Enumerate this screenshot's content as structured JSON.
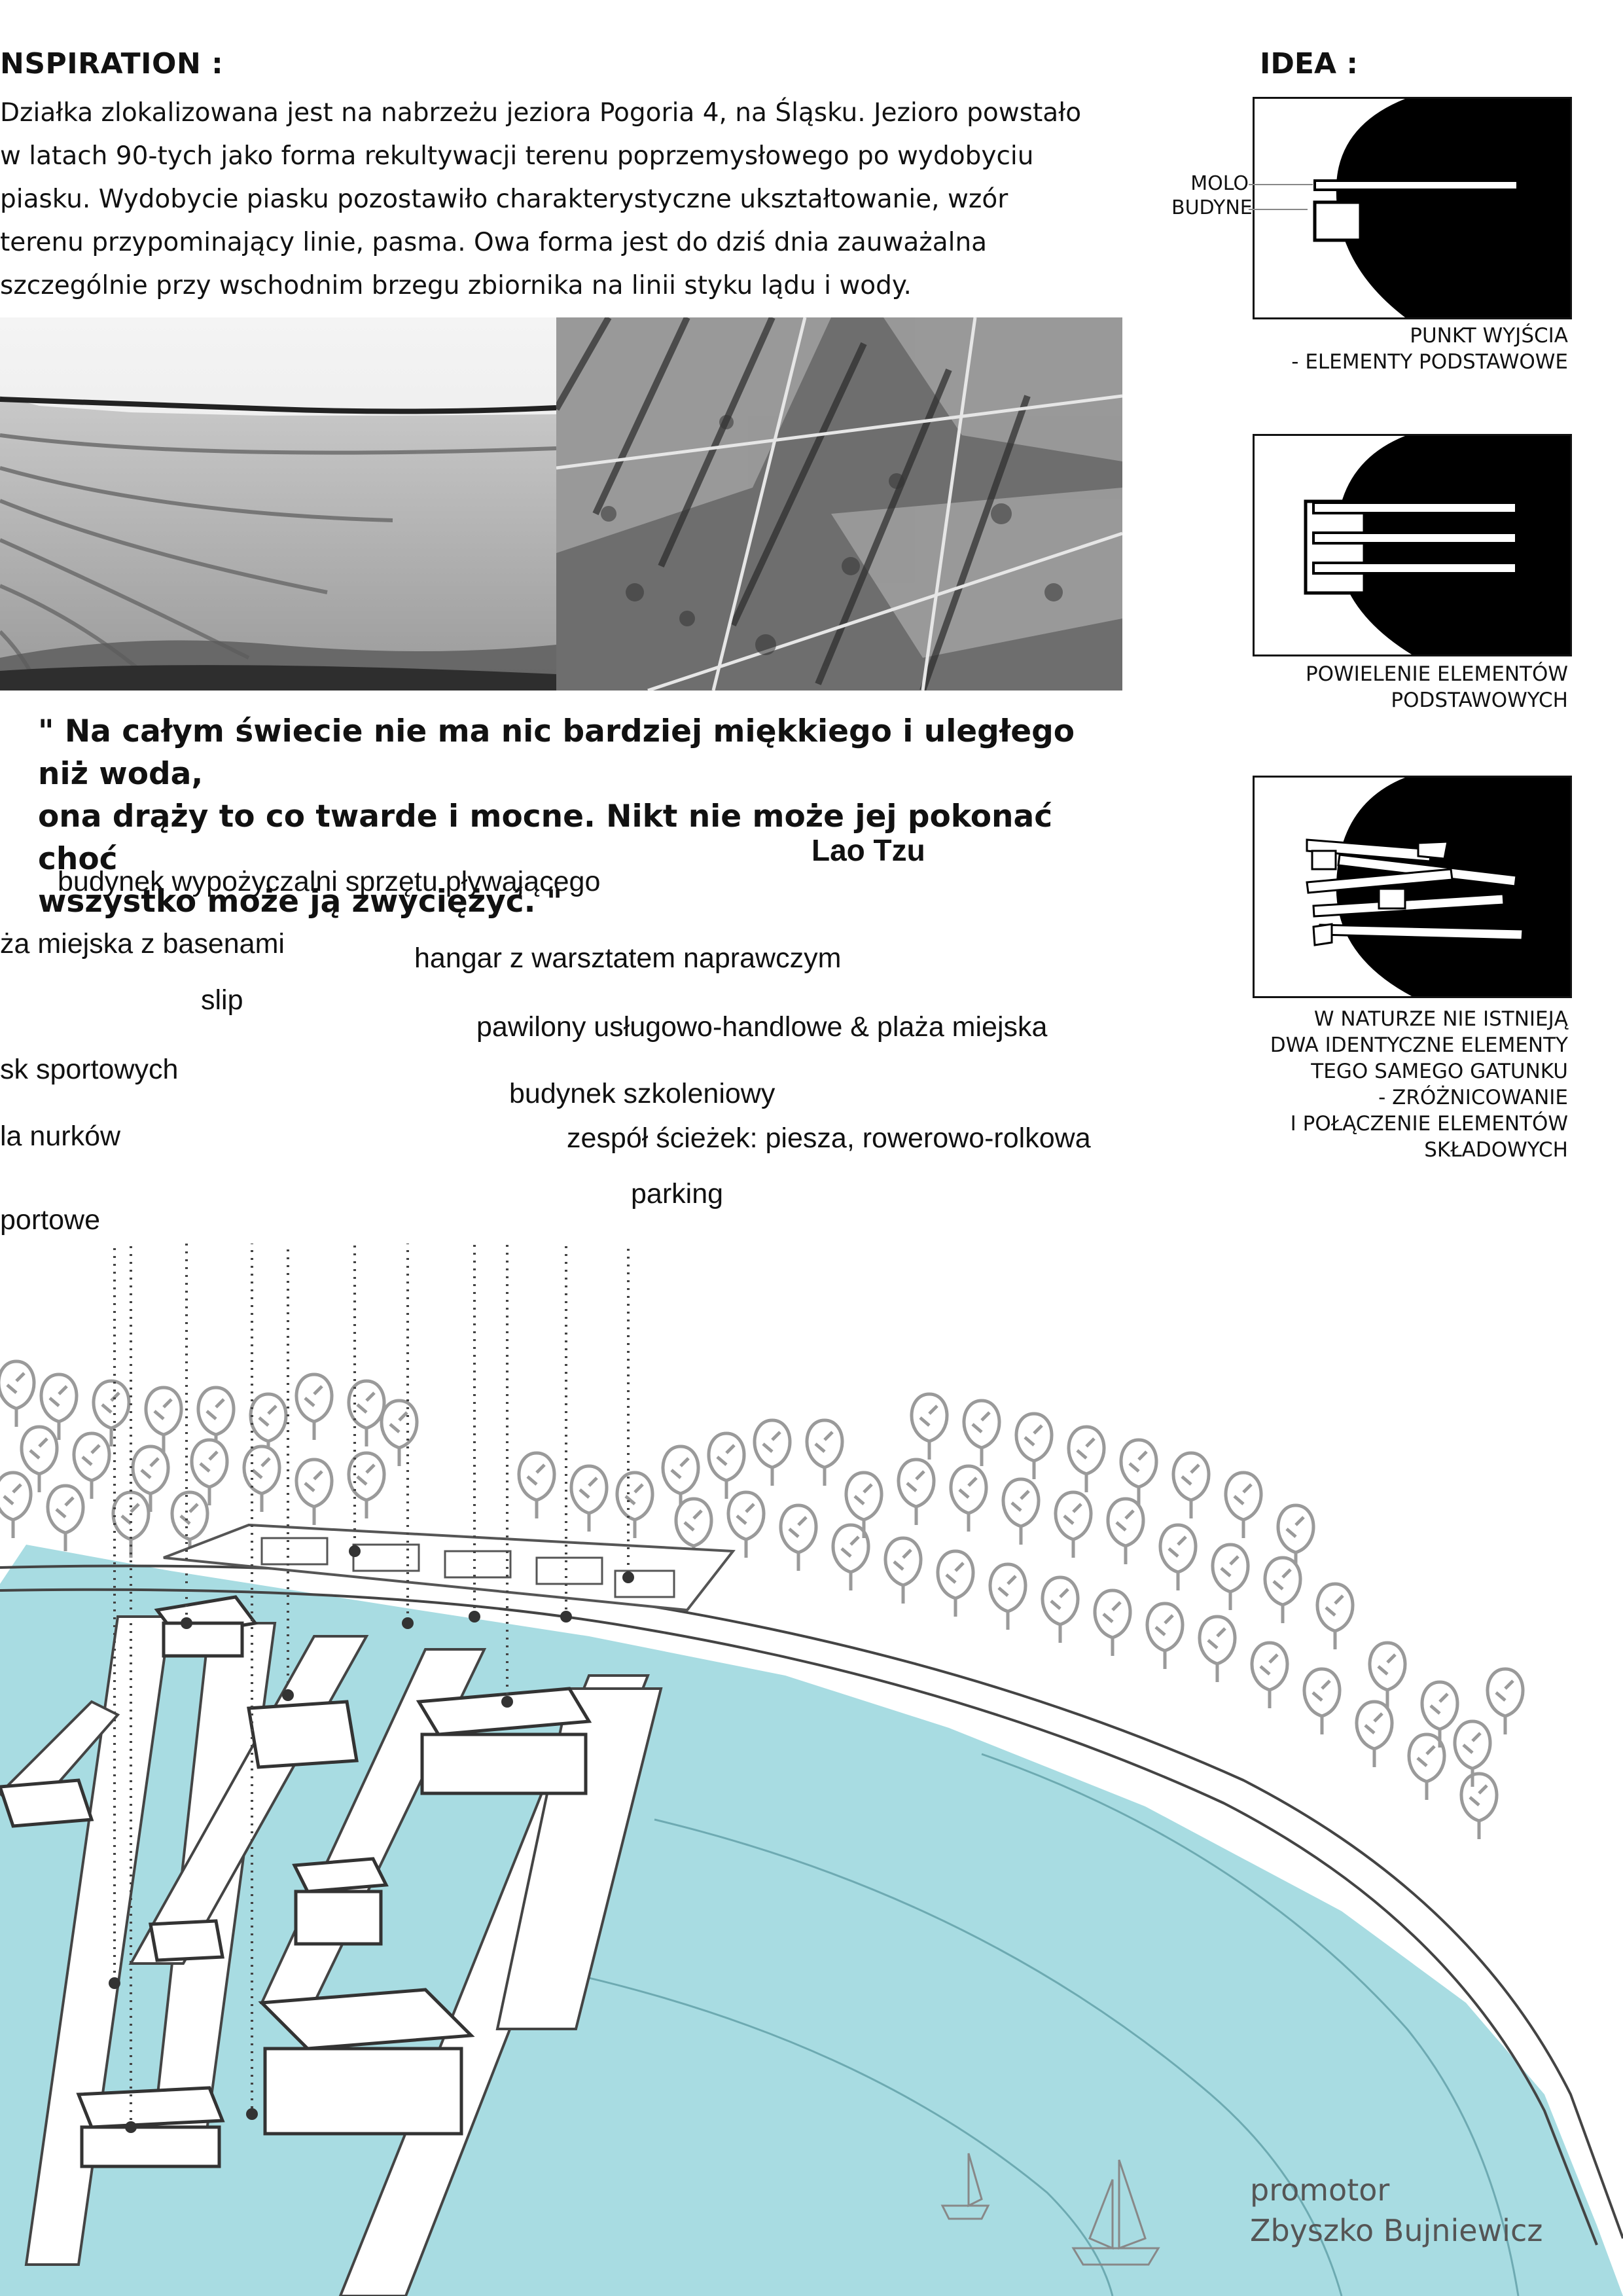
{
  "inspiration": {
    "heading": "NSPIRATION :",
    "lines": [
      "Działka zlokalizowana jest na nabrzeżu jeziora Pogoria 4, na Śląsku. Jezioro powstało",
      "w latach 90-tych jako forma rekultywacji terenu poprzemysłowego po wydobyciu",
      "piasku. Wydobycie piasku pozostawiło charakterystyczne ukształtowanie, wzór",
      "terenu przypominający linie, pasma. Owa forma jest do dziś dnia zauważalna",
      "szczególnie przy wschodnim brzegu zbiornika na linii styku lądu i wody."
    ]
  },
  "quote": {
    "lines": [
      "\" Na całym świecie nie ma nic bardziej miękkiego i uległego niż woda,",
      "ona drąży to co twarde i mocne. Nikt nie może jej pokonać choć",
      "wszystko może ją zwyciężyć. \""
    ],
    "author": "Lao Tzu"
  },
  "idea": {
    "heading": "IDEA :",
    "side_labels": [
      "MOLO",
      "BUDYNEK"
    ],
    "captions": [
      [
        "PUNKT WYJŚCIA",
        "- ELEMENTY PODSTAWOWE"
      ],
      [
        "POWIELENIE ELEMENTÓW",
        "PODSTAWOWYCH"
      ],
      [
        "W NATURZE NIE ISTNIEJĄ",
        "DWA IDENTYCZNE ELEMENTY",
        "TEGO SAMEGO GATUNKU",
        "- ZRÓŻNICOWANIE",
        "I POŁĄCZENIE ELEMENTÓW",
        "SKŁADOWYCH"
      ]
    ]
  },
  "labels": [
    "budynek wypożyczalni sprzętu pływającego",
    "ża miejska z basenami",
    "hangar z warsztatem naprawczym",
    "slip",
    "pawilony usługowo-handlowe & plaża miejska",
    "sk sportowych",
    "budynek szkoleniowy",
    "la nurków",
    "zespół ścieżek: piesza, rowerowo-rolkowa",
    "parking",
    "portowe"
  ],
  "promotor": {
    "title": "promotor",
    "name": "Zbyszko Bujniewicz"
  },
  "colors": {
    "water": "#a8dce2",
    "trees": "#9a9a9a",
    "ink": "#111111"
  }
}
